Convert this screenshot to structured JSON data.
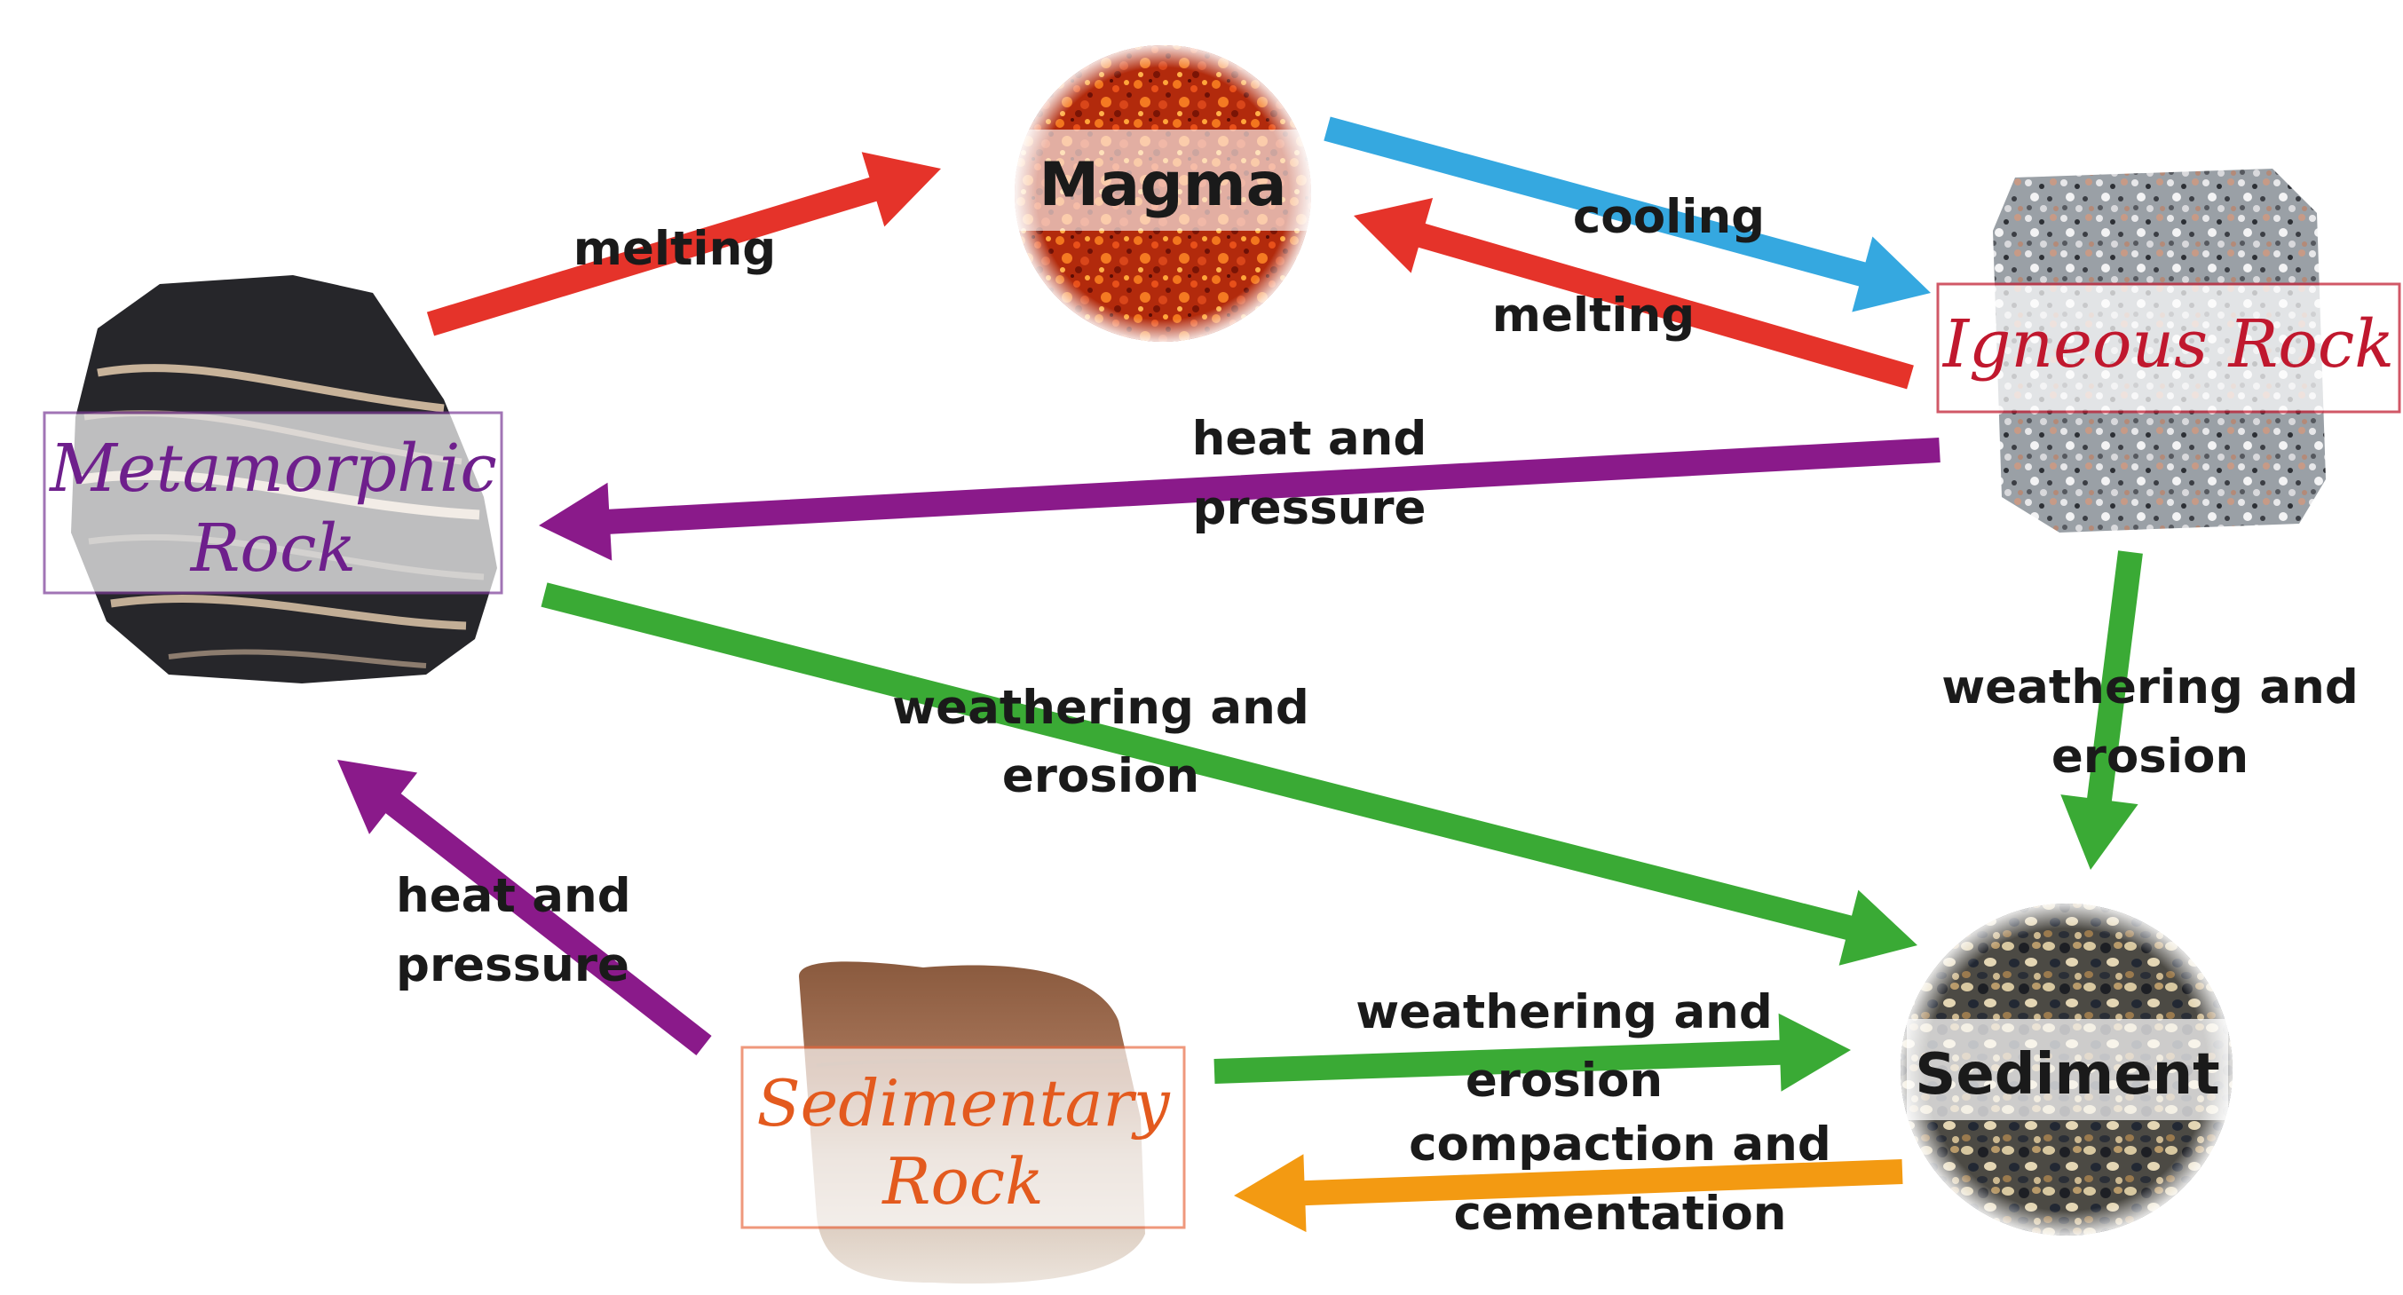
{
  "nodes": {
    "magma": {
      "label": "Magma"
    },
    "igneous": {
      "label": "Igneous Rock",
      "color": "#c0182e"
    },
    "metamorphic": {
      "line1": "Metamorphic",
      "line2": "Rock",
      "color": "#6e1f8c"
    },
    "sedimentary": {
      "line1": "Sedimentary",
      "line2": "Rock",
      "color": "#e35a1e"
    },
    "sediment": {
      "label": "Sediment"
    }
  },
  "processes": {
    "metamorphic_melting": {
      "line1": "melting",
      "color": "#e5332a"
    },
    "magma_cooling": {
      "line1": "cooling",
      "color": "#35a8e0"
    },
    "igneous_melting": {
      "line1": "melting",
      "color": "#e5332a"
    },
    "igneous_heat": {
      "line1": "heat and",
      "line2": "pressure",
      "color": "#8a1a8a"
    },
    "metamorphic_weathering": {
      "line1": "weathering and",
      "line2": "erosion",
      "color": "#3aaa35"
    },
    "igneous_weathering": {
      "line1": "weathering and",
      "line2": "erosion",
      "color": "#3aaa35"
    },
    "sedimentary_heat": {
      "line1": "heat and",
      "line2": "pressure",
      "color": "#8a1a8a"
    },
    "sedimentary_weathering": {
      "line1": "weathering and",
      "line2": "erosion",
      "color": "#3aaa35"
    },
    "compaction": {
      "line1": "compaction and",
      "line2": "cementation",
      "color": "#f39a12"
    }
  }
}
